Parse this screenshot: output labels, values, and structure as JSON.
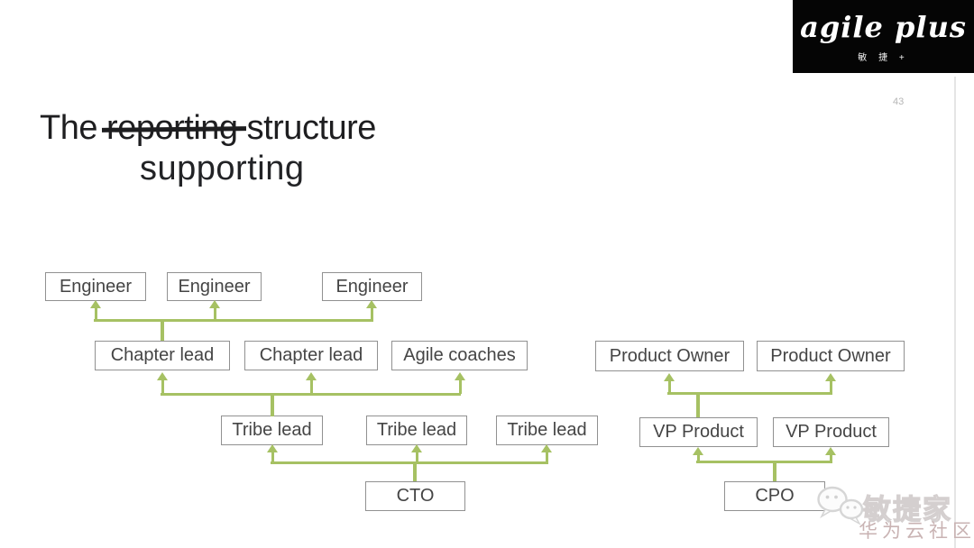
{
  "logo": {
    "title": "agile plus",
    "subtitle": "敏 捷 +"
  },
  "page_number": "43",
  "title": {
    "prefix": "The",
    "struck_word": "reporting",
    "suffix": "structure",
    "replacement": "supporting"
  },
  "colors": {
    "connector_green": "#a6c163",
    "box_border": "#919191",
    "title_text": "#1e1e20",
    "logo_background": "#050505",
    "watermark_community": "#c9b3b3"
  },
  "diagram": {
    "arrow_direction": "upward",
    "nodes": [
      {
        "id": "engineer-1",
        "label": "Engineer"
      },
      {
        "id": "engineer-2",
        "label": "Engineer"
      },
      {
        "id": "engineer-3",
        "label": "Engineer"
      },
      {
        "id": "chapter-lead-1",
        "label": "Chapter lead"
      },
      {
        "id": "chapter-lead-2",
        "label": "Chapter lead"
      },
      {
        "id": "agile-coaches",
        "label": "Agile coaches"
      },
      {
        "id": "product-owner-1",
        "label": "Product Owner"
      },
      {
        "id": "product-owner-2",
        "label": "Product Owner"
      },
      {
        "id": "tribe-lead-1",
        "label": "Tribe lead"
      },
      {
        "id": "tribe-lead-2",
        "label": "Tribe lead"
      },
      {
        "id": "tribe-lead-3",
        "label": "Tribe lead"
      },
      {
        "id": "vp-product-1",
        "label": "VP Product"
      },
      {
        "id": "vp-product-2",
        "label": "VP Product"
      },
      {
        "id": "cto",
        "label": "CTO"
      },
      {
        "id": "cpo",
        "label": "CPO"
      }
    ],
    "edges": [
      {
        "from": "chapter-lead-1",
        "to": [
          "engineer-1",
          "engineer-2",
          "engineer-3"
        ]
      },
      {
        "from": "tribe-lead-1",
        "to": [
          "chapter-lead-1",
          "chapter-lead-2",
          "agile-coaches"
        ]
      },
      {
        "from": "cto",
        "to": [
          "tribe-lead-1",
          "tribe-lead-2",
          "tribe-lead-3"
        ]
      },
      {
        "from": "vp-product-1",
        "to": [
          "product-owner-1",
          "product-owner-2"
        ]
      },
      {
        "from": "cpo",
        "to": [
          "vp-product-1",
          "vp-product-2"
        ]
      }
    ]
  },
  "watermark": {
    "icon": "wechat-icon",
    "name": "敏捷家",
    "community": "华为云社区"
  }
}
